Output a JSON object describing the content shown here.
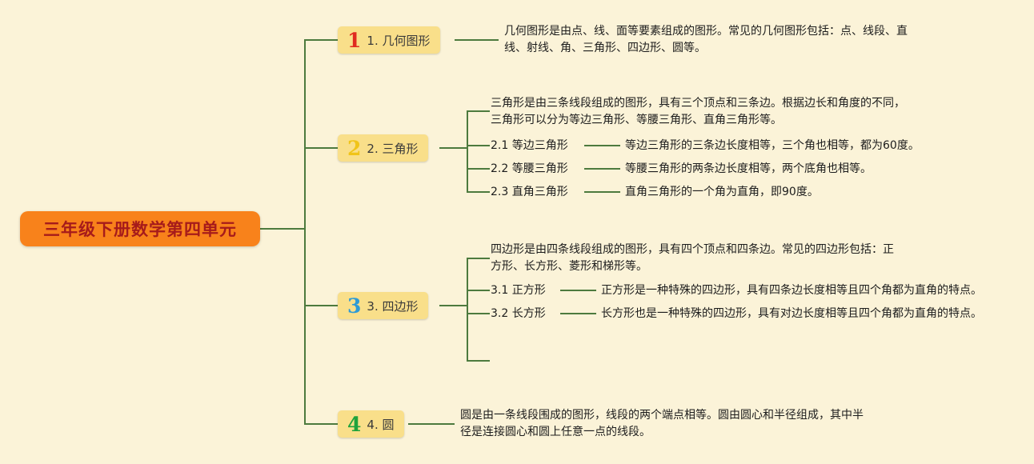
{
  "root": {
    "label": "三年级下册数学第四单元"
  },
  "branches": [
    {
      "number": "1",
      "label": "1. 几何图形",
      "description": "几何图形是由点、线、面等要素组成的图形。常见的几何图形包括：点、线段、直线、射线、角、三角形、四边形、圆等。",
      "children": []
    },
    {
      "number": "2",
      "label": "2. 三角形",
      "description": "三角形是由三条线段组成的图形，具有三个顶点和三条边。根据边长和角度的不同，三角形可以分为等边三角形、等腰三角形、直角三角形等。",
      "children": [
        {
          "label": "2.1 等边三角形",
          "description": "等边三角形的三条边长度相等，三个角也相等，都为60度。"
        },
        {
          "label": "2.2 等腰三角形",
          "description": "等腰三角形的两条边长度相等，两个底角也相等。"
        },
        {
          "label": "2.3 直角三角形",
          "description": "直角三角形的一个角为直角，即90度。"
        }
      ]
    },
    {
      "number": "3",
      "label": "3. 四边形",
      "description": "四边形是由四条线段组成的图形，具有四个顶点和四条边。常见的四边形包括：正方形、长方形、菱形和梯形等。",
      "children": [
        {
          "label": "3.1 正方形",
          "description": "正方形是一种特殊的四边形，具有四条边长度相等且四个角都为直角的特点。"
        },
        {
          "label": "3.2 长方形",
          "description": "长方形也是一种特殊的四边形，具有对边长度相等且四个角都为直角的特点。"
        }
      ]
    },
    {
      "number": "4",
      "label": "4. 圆",
      "description": "圆是由一条线段围成的图形，线段的两个端点相等。圆由圆心和半径组成，其中半径是连接圆心和圆上任意一点的线段。",
      "children": []
    }
  ],
  "colors": {
    "background": "#FBF3D8",
    "root_fill": "#F8821B",
    "root_text": "#A61B1B",
    "node_fill": "#F9DF8A",
    "line": "#4D7A3E",
    "number_1": "#E02B20",
    "number_2": "#F0C419",
    "number_3": "#2E9BD6",
    "number_4": "#1FA33C"
  }
}
